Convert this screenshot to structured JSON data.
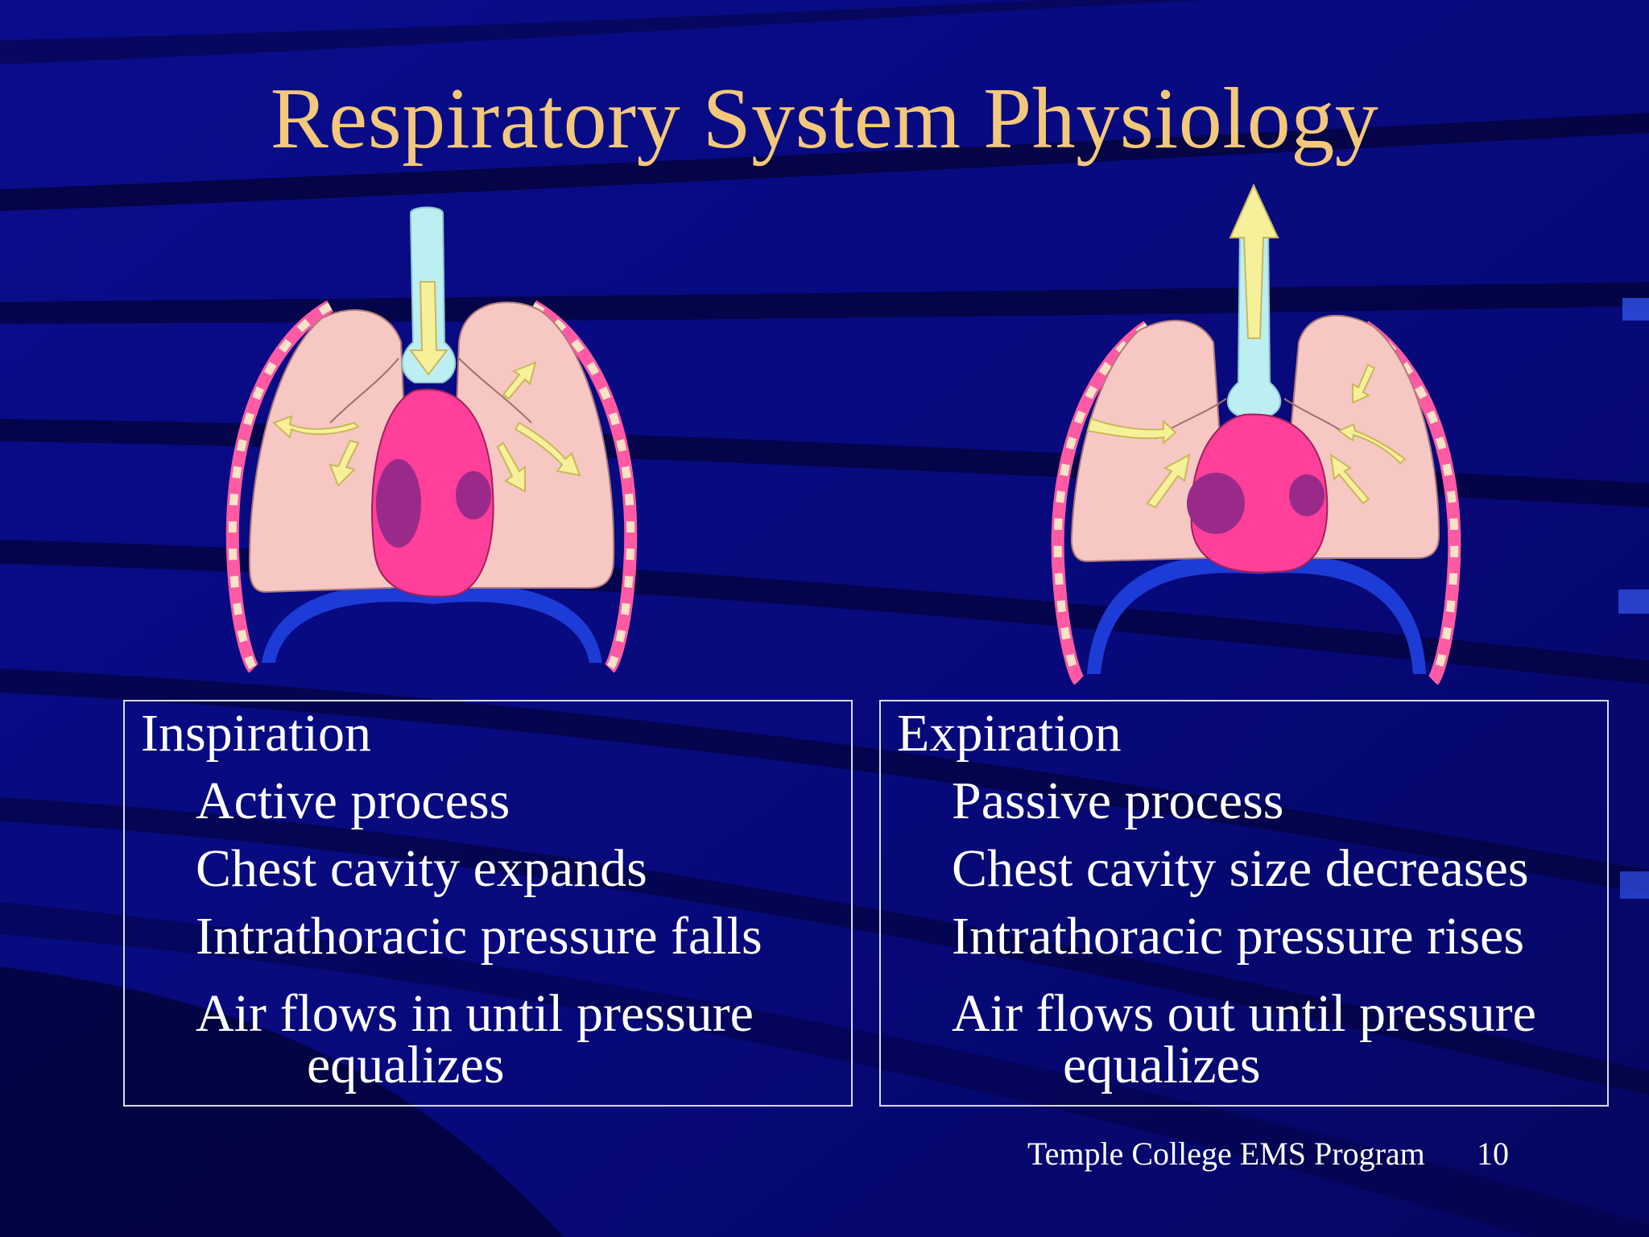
{
  "slide": {
    "title": "Respiratory System Physiology",
    "footer": "Temple College EMS Program",
    "page_number": "10"
  },
  "inspiration": {
    "heading": "Inspiration",
    "items": [
      "Active process",
      "Chest cavity expands",
      "Intrathoracic pressure falls"
    ],
    "last_line1": "Air flows in until pressure",
    "last_line2": "equalizes"
  },
  "expiration": {
    "heading": "Expiration",
    "items": [
      "Passive process",
      "Chest cavity size decreases",
      "Intrathoracic pressure rises"
    ],
    "last_line1": "Air flows out until pressure",
    "last_line2": "equalizes"
  },
  "colors": {
    "background": "#07097a",
    "title": "#f3c87a",
    "lung": "#f7c7c4",
    "heart": "#ff3f9a",
    "trachea": "#bdeef2",
    "diaphragm": "#1d3bd6",
    "arrow": "#f7f09a"
  }
}
